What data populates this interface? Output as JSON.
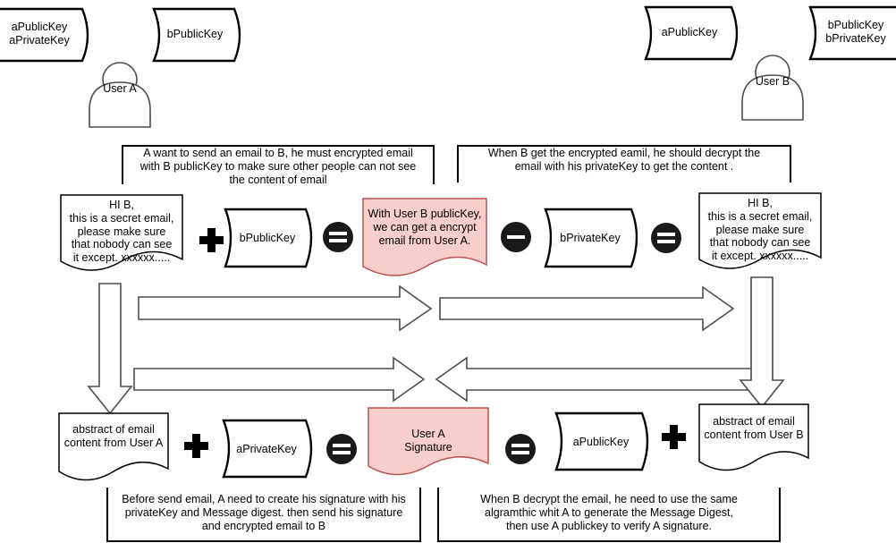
{
  "diagram": {
    "title": "Email encryption and digital signature flow between User A and User B",
    "colors": {
      "pink_fill": "#f8cecc",
      "pink_stroke": "#b85450",
      "stroke": "#000000",
      "gray_stroke": "#666666",
      "background": "#ffffff"
    }
  },
  "actors": [
    {
      "id": "user-a",
      "label": "User A"
    },
    {
      "id": "user-b",
      "label": "User B"
    }
  ],
  "keystores": [
    {
      "id": "a-keys",
      "label": "aPublicKey\naPrivateKey"
    },
    {
      "id": "b-publickey-top-left",
      "label": "bPublicKey"
    },
    {
      "id": "a-publickey-top-right",
      "label": "aPublicKey"
    },
    {
      "id": "b-keys",
      "label": "bPublicKey\nbPrivateKey"
    }
  ],
  "notes": {
    "top_left": "A want to send an email to B, he must encrypted email\nwith B publicKey to make sure other people can not see\nthe content of email",
    "top_right": "When B get the encrypted eamil, he should decrypt the\nemail with his privateKey to get the content .",
    "bottom_left": "Before send email, A need to create his signature with his\nprivateKey and Message digest. then send his signature\nand encrypted email to B",
    "bottom_right": "When B decrypt the email, he need to use the same\nalgramthic whit A to generate the Message Digest,\nthen use A publickey to verify A  signature."
  },
  "row_encrypt": {
    "email_plain_left": "HI B,\nthis is a secret email,\nplease make sure\nthat nobody can see\nit except. xxxxxx.....",
    "op_plus": "+",
    "key_b_public": "bPublicKey",
    "op_equals_1": "=",
    "encrypted": "With User B publicKey,\nwe can get a encrypt\nemail from  User A.",
    "op_minus": "−",
    "key_b_private": "bPrivateKey",
    "op_equals_2": "=",
    "email_plain_right": "HI B,\nthis is a secret email,\nplease make sure\nthat nobody can see\nit except. xxxxxx....."
  },
  "row_sign": {
    "digest_left": "abstract of email\ncontent from User A",
    "op_plus_1": "+",
    "key_a_private": "aPrivateKey",
    "op_equals_1": "=",
    "signature": "User A\nSignature",
    "op_equals_2": "=",
    "key_a_public": "aPublicKey",
    "op_plus_2": "+",
    "digest_right": "abstract of email\ncontent from User B"
  },
  "arrows": [
    {
      "id": "arrow-encrypt-to-transit",
      "direction": "right"
    },
    {
      "id": "arrow-transit-to-decrypt",
      "direction": "right"
    },
    {
      "id": "arrow-sign-transit-right",
      "direction": "right"
    },
    {
      "id": "arrow-verify-transit-left",
      "direction": "left"
    },
    {
      "id": "arrow-email-a-to-digest-a",
      "direction": "down"
    },
    {
      "id": "arrow-email-b-to-digest-b",
      "direction": "down"
    }
  ]
}
